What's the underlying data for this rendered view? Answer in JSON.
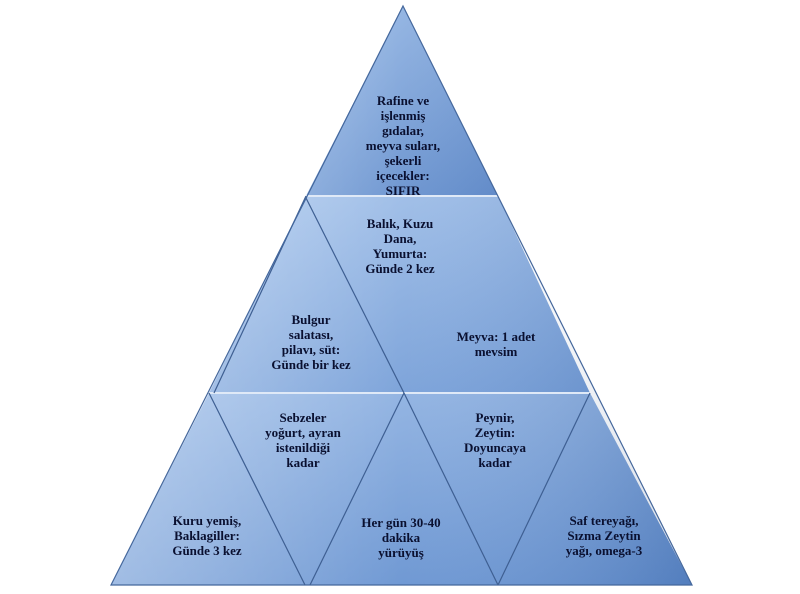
{
  "diagram": {
    "colors": {
      "fill_light": "#a6c4ea",
      "fill_mid": "#7ea6dc",
      "fill_dark": "#4e7bbf",
      "edge": "#3e5f92",
      "text": "#0a1030"
    },
    "tiers": [
      {
        "segments": [
          {
            "lines": [
              "Rafine ve",
              "işlenmiş",
              "gıdalar,",
              "meyva suları,",
              "şekerli",
              "içecekler:",
              "SIFIR"
            ]
          }
        ]
      },
      {
        "segments": [
          {
            "lines": [
              "Bulgur",
              "salatası,",
              "pilavı, süt:",
              "Günde bir kez"
            ]
          },
          {
            "lines": [
              "Balık, Kuzu",
              "Dana,",
              "Yumurta:",
              "Günde 2 kez"
            ]
          },
          {
            "lines": [
              "Meyva: 1 adet",
              "mevsim"
            ]
          }
        ]
      },
      {
        "segments": [
          {
            "lines": [
              "Kuru yemiş,",
              "Baklagiller:",
              "Günde 3 kez"
            ]
          },
          {
            "lines": [
              "Sebzeler",
              "yoğurt, ayran",
              "istenildiği",
              "kadar"
            ]
          },
          {
            "lines": [
              "Her gün 30-40",
              "dakika",
              "yürüyüş"
            ]
          },
          {
            "lines": [
              "Peynir,",
              "Zeytin:",
              "Doyuncaya",
              "kadar"
            ]
          },
          {
            "lines": [
              "Saf tereyağı,",
              "Sızma Zeytin",
              "yağı, omega-3"
            ]
          }
        ]
      }
    ]
  }
}
